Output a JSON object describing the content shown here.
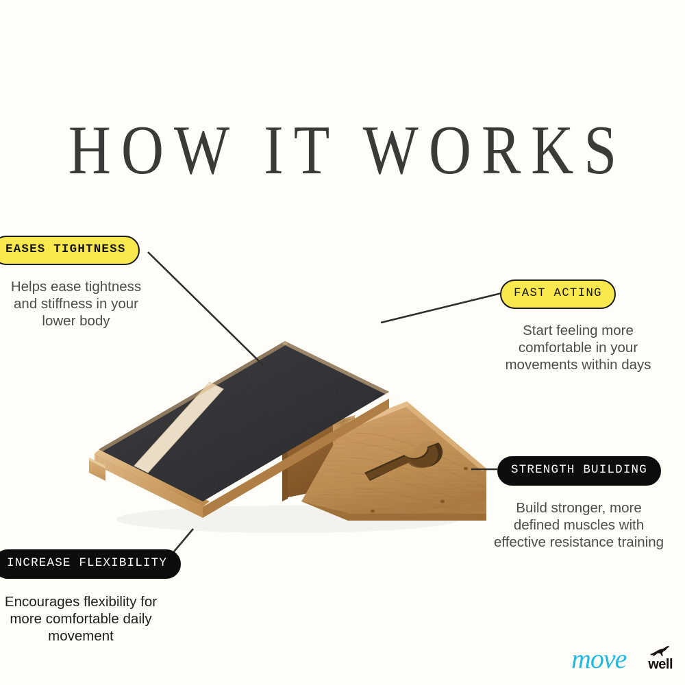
{
  "page": {
    "title": "HOW IT WORKS",
    "background_color": "#fefdf7",
    "title_color": "#3a3a38"
  },
  "product": {
    "name": "wooden-slant-board",
    "description": "Wooden adjustable slant board with black non-slip top surface, light wood center stripe and triangular wood support base with oval handle cutout",
    "colors": {
      "deck_surface": "#2b2b2d",
      "wood_light": "#d9b48a",
      "wood_mid": "#c2904f",
      "wood_dark": "#9a6a32",
      "stripe": "#e8dcc6"
    }
  },
  "callouts": [
    {
      "id": "eases-tightness",
      "badge_label": "EASES TIGHTNESS",
      "badge_style": "yellow",
      "description": "Helps ease tightness and stiffness in your lower body"
    },
    {
      "id": "fast-acting",
      "badge_label": "FAST ACTING",
      "badge_style": "yellow",
      "description": "Start feeling more comfortable in your movements within days"
    },
    {
      "id": "strength-building",
      "badge_label": "STRENGTH BUILDING",
      "badge_style": "dark",
      "description": "Build stronger, more defined muscles with effective resistance training"
    },
    {
      "id": "increase-flexibility",
      "badge_label": "INCREASE FLEXIBILITY",
      "badge_style": "dark",
      "description": "Encourages flexibility for more comfortable daily movement"
    }
  ],
  "logo": {
    "word_primary": "move",
    "word_secondary": "well",
    "icon": "kangaroo-icon",
    "primary_color": "#22b8e0",
    "secondary_color": "#17120f"
  },
  "theme": {
    "badge_yellow": "#fae84f",
    "badge_dark": "#0d0d0d",
    "connector_line": "#2e2e2c",
    "body_text": "#4c4c4c"
  }
}
